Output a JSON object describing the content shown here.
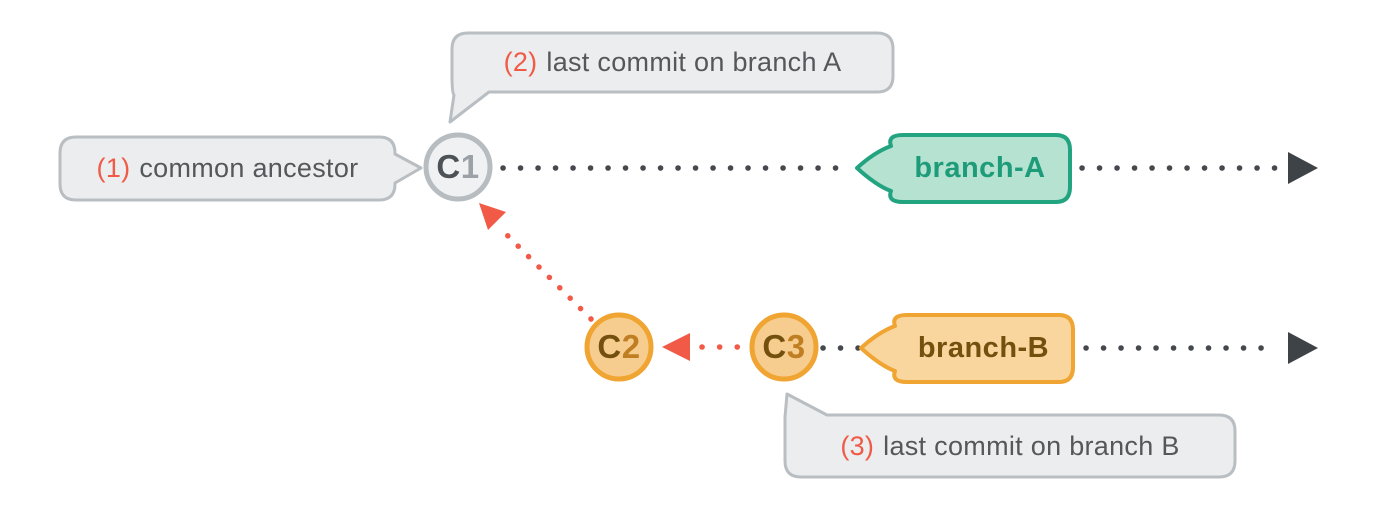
{
  "diagram": {
    "callouts": {
      "common_ancestor": {
        "number": "(1)",
        "label": "common ancestor"
      },
      "last_commit_a": {
        "number": "(2)",
        "label": "last commit on branch A"
      },
      "last_commit_b": {
        "number": "(3)",
        "label": "last commit on branch B"
      }
    },
    "commits": {
      "c1": {
        "letter": "C",
        "digit": "1"
      },
      "c2": {
        "letter": "C",
        "digit": "2"
      },
      "c3": {
        "letter": "C",
        "digit": "3"
      }
    },
    "branches": {
      "a": {
        "label": "branch-A"
      },
      "b": {
        "label": "branch-B"
      }
    }
  },
  "colors": {
    "background": "#ffffff",
    "callout_fill": "#ECEDEF",
    "callout_border": "#B9BEC2",
    "callout_text": "#54585B",
    "accent_red": "#F05A47",
    "gray_commit_fill": "#F0F1F3",
    "gray_commit_border": "#B7BCC0",
    "gray_commit_letter": "#4D5256",
    "gray_commit_digit": "#9BA1A6",
    "orange_fill": "#F6CD8E",
    "orange_badge_fill": "#F8D69E",
    "orange_border": "#F0A431",
    "orange_text": "#74500F",
    "orange_digit": "#BF7E22",
    "teal_fill": "#B5E2D1",
    "teal_border": "#22A480",
    "teal_text": "#1E9C79",
    "timeline_dot": "#45494D",
    "timeline_arrow": "#3E4347"
  }
}
